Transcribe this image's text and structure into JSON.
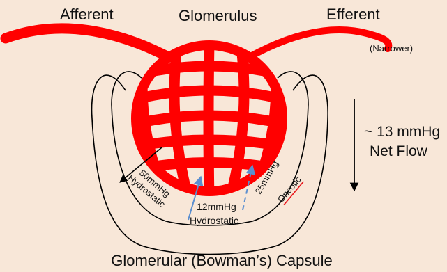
{
  "labels": {
    "afferent": "Afferent",
    "glomerulus": "Glomerulus",
    "efferent": "Efferent",
    "narrower": "(Narrower)",
    "net_flow_value": "~ 13 mmHg",
    "net_flow_label": "Net Flow",
    "capsule": "Glomerular (Bowman’s) Capsule"
  },
  "forces": {
    "bowman_hydrostatic": {
      "value": "50mmHg",
      "name": "Hydrostatic"
    },
    "capsule_hydrostatic": {
      "value": "12mmHg",
      "name": "Hydrostatic"
    },
    "oncotic": {
      "value": "25mmHg",
      "name": "Oncotic"
    }
  },
  "colors": {
    "background": "#f8e7d8",
    "vessel": "#ff0000",
    "arrow_blue": "#5b8fd0",
    "outline": "#000000",
    "underline": "#e8171c"
  }
}
